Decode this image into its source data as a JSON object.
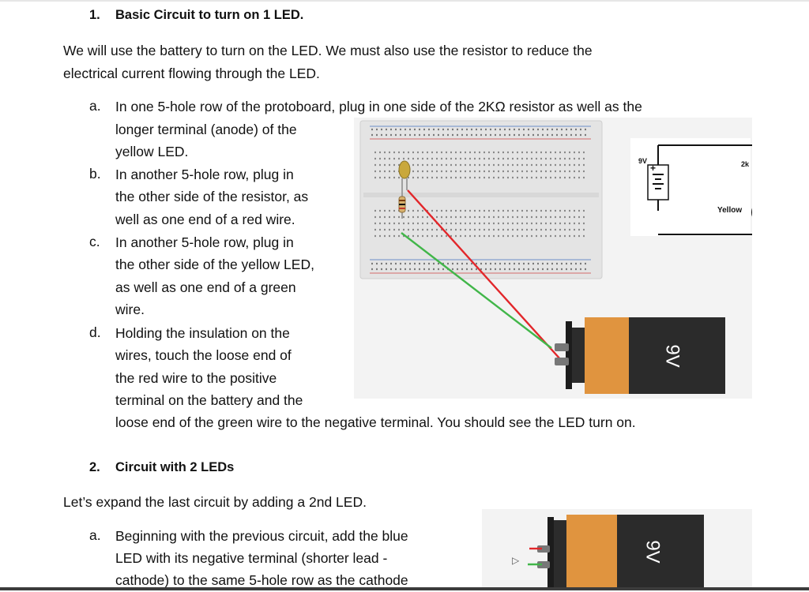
{
  "section1": {
    "number": "1.",
    "title": "Basic Circuit to turn on 1 LED.",
    "intro_line1": "We will use the battery to turn on the LED. We must also use the resistor to reduce the",
    "intro_line2": "electrical current flowing through the LED.",
    "steps": [
      {
        "label": "a.",
        "lines": [
          "In one 5-hole row of the protoboard, plug in one side of the 2KΩ resistor as well as the",
          "longer terminal (anode) of the",
          "yellow LED."
        ]
      },
      {
        "label": "b.",
        "lines": [
          "In another 5-hole row, plug in",
          "the other side of the resistor, as",
          "well as one end of a red wire."
        ]
      },
      {
        "label": "c.",
        "lines": [
          "In another 5-hole row, plug in",
          "the other side of the yellow LED,",
          "as well as one end of a green",
          "wire."
        ]
      },
      {
        "label": "d.",
        "lines": [
          "Holding the insulation on the",
          "wires, touch the loose end of",
          "the red wire to the positive",
          "terminal on the battery and the",
          "loose end of the green wire to the negative terminal. You should see the LED turn on."
        ]
      }
    ],
    "figure": {
      "battery_label": "9V",
      "schematic": {
        "voltage": "9V",
        "resistor": "2k",
        "led": "Yellow"
      }
    }
  },
  "section2": {
    "number": "2.",
    "title": "Circuit with 2 LEDs",
    "intro": "Let’s expand the last circuit by adding a 2nd LED.",
    "steps": [
      {
        "label": "a.",
        "lines": [
          "Beginning with the previous circuit, add the blue",
          "LED with its negative terminal (shorter lead -",
          "cathode) to the same 5-hole row as the cathode"
        ]
      }
    ],
    "figure": {
      "battery_label": "9V"
    }
  },
  "colors": {
    "battery_body": "#e0943f",
    "battery_cap": "#2b2b2b",
    "wire_red": "#e2262a",
    "wire_green": "#41b649",
    "led_yellow": "#c9a83b"
  }
}
